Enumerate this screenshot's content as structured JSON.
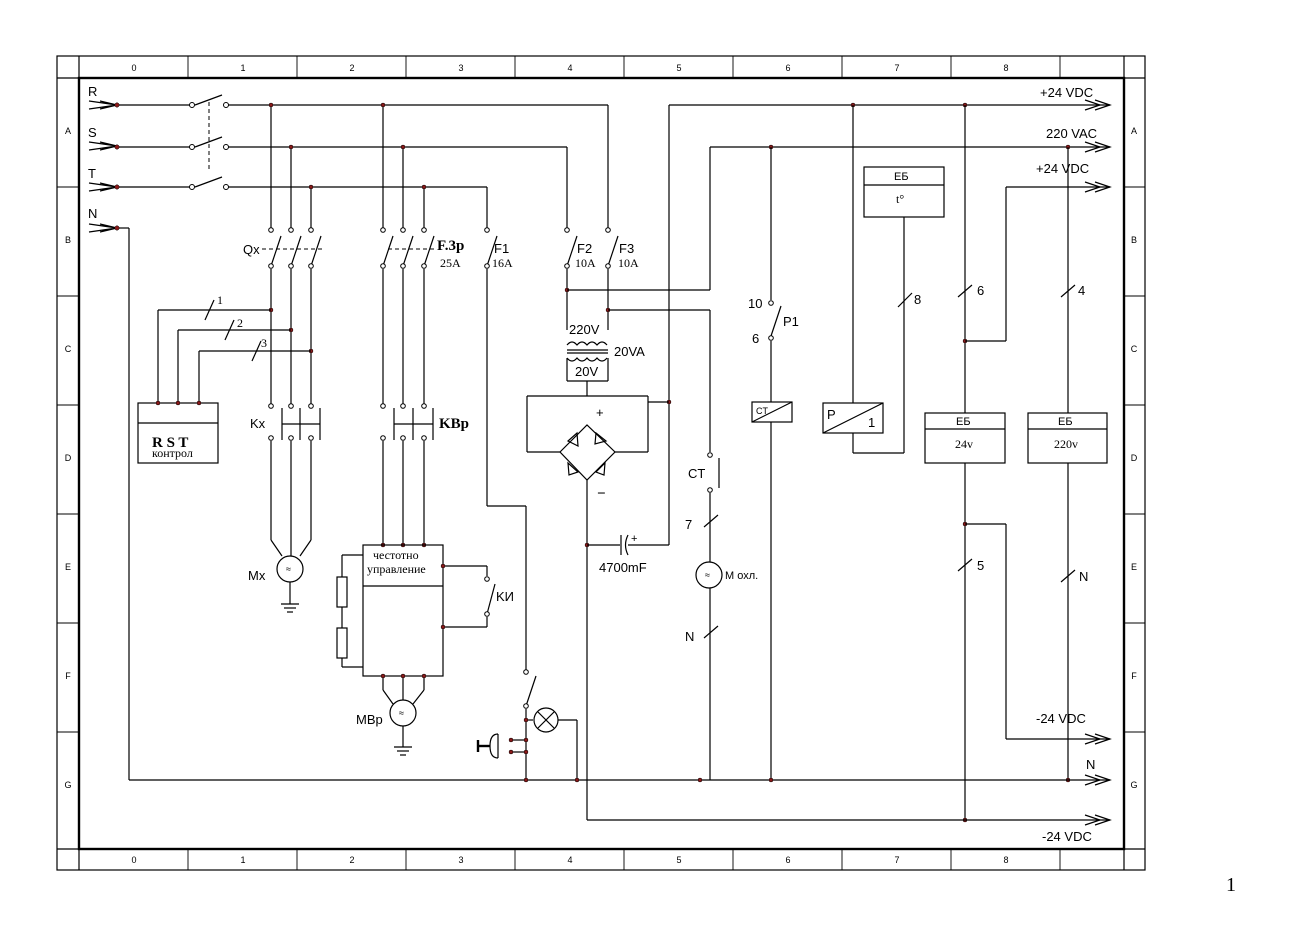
{
  "frame": {
    "columns": [
      "0",
      "1",
      "2",
      "3",
      "4",
      "5",
      "6",
      "7",
      "8"
    ],
    "rows": [
      "A",
      "B",
      "C",
      "D",
      "E",
      "F",
      "G"
    ]
  },
  "lines": {
    "R": "R",
    "S": "S",
    "T": "T",
    "N": "N"
  },
  "rails": {
    "plus24_top": "+24  VDC",
    "vac220": "220  VAC",
    "plus24_2": "+24  VDC",
    "minus24_f": "-24  VDC",
    "n_bottom": "N",
    "minus24_bottom": "-24  VDC"
  },
  "components": {
    "qx": "Qx",
    "f3p": "F.3p",
    "f3p_rating": "25A",
    "f1": "F1",
    "f1_rating": "16A",
    "f2": "F2",
    "f2_rating": "10A",
    "f3": "F3",
    "f3_rating": "10A",
    "trafo_primary": "220V",
    "trafo_power": "20VA",
    "trafo_secondary": "20V",
    "bridge_plus": "+",
    "bridge_minus": "−",
    "capacitor": "4700mF",
    "capacitor_plus": "+",
    "rst_title": "R S T",
    "rst_sub": "контрол",
    "kx": "Kx",
    "kvr": "KBp",
    "mx": "Mx",
    "freq_line1": "честотно",
    "freq_line2": "управление",
    "ki": "KИ",
    "mvr": "MBp",
    "p1": "P1",
    "p1_pin10": "10",
    "p1_pin6": "6",
    "ct_relay": "CT",
    "ct_switch": "CT",
    "wire7": "7",
    "motor_cool": "M охл.",
    "wire_n": "N",
    "eb_temp_title": "EБ",
    "eb_temp_sub": "t°",
    "p_relay": "P",
    "p_relay_num": "1",
    "eb24_title": "EБ",
    "eb24_sub": "24v",
    "eb220_title": "EБ",
    "eb220_sub": "220v",
    "wire1": "1",
    "wire2": "2",
    "wire3": "3",
    "wire8": "8",
    "wire6": "6",
    "wire4": "4",
    "wire5": "5",
    "wire_n2": "N"
  },
  "page_number": "1"
}
